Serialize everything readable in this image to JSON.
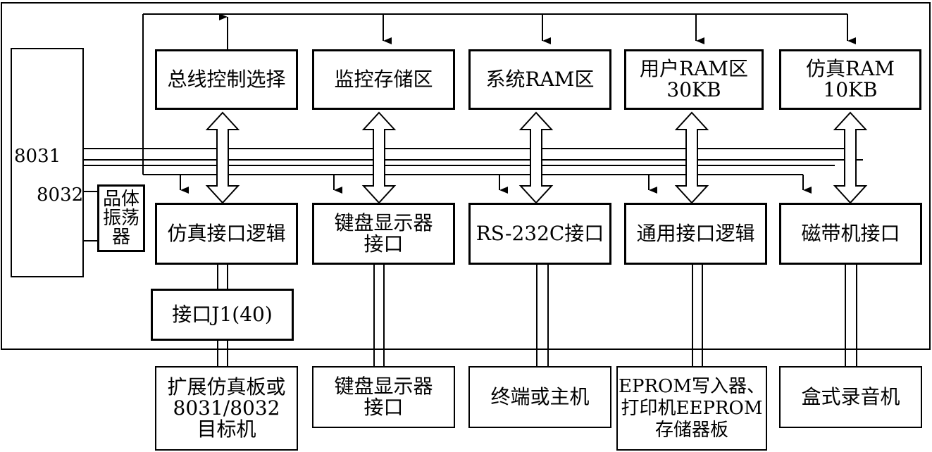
{
  "cpu": {
    "label_top": "8031",
    "label_bottom": "8032"
  },
  "oscillator": {
    "label": "品体\n振荡\n器"
  },
  "top_row": [
    {
      "label": "总线控制选择"
    },
    {
      "label": "监控存储区"
    },
    {
      "label": "系统RAM区"
    },
    {
      "label": "用户RAM区\n30KB"
    },
    {
      "label": "仿真RAM\n10KB"
    }
  ],
  "middle_row": [
    {
      "label": "仿真接口逻辑"
    },
    {
      "label": "键盘显示器\n接口"
    },
    {
      "label": "RS-232C接口"
    },
    {
      "label": "通用接口逻辑"
    },
    {
      "label": "磁带机接口"
    }
  ],
  "connector": {
    "label": "接口J1(40)"
  },
  "bottom_row": [
    {
      "label": "扩展仿真板或\n8031/8032\n目标机"
    },
    {
      "label": "键盘显示器\n接口"
    },
    {
      "label": "终端或主机"
    },
    {
      "label": "EPROM写入器、\n打印机EEPROM\n存储器板"
    },
    {
      "label": "盒式录音机"
    }
  ]
}
